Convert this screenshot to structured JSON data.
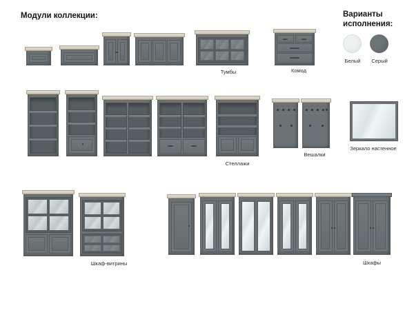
{
  "header": {
    "modules_title": "Модули коллекции:",
    "variants_title": "Варианты исполнения:"
  },
  "variants": {
    "options": [
      {
        "label": "Белый",
        "color": "#eef1f1"
      },
      {
        "label": "Серый",
        "color": "#6d7477"
      }
    ]
  },
  "labels": {
    "tumby": "Тумбы",
    "komod": "Комод",
    "stellazhi": "Стеллажи",
    "veshalki": "Вешалки",
    "zerkalo": "Зеркало настенное",
    "vitriny": "Шкаф-витрины",
    "shkafy": "Шкафы"
  }
}
